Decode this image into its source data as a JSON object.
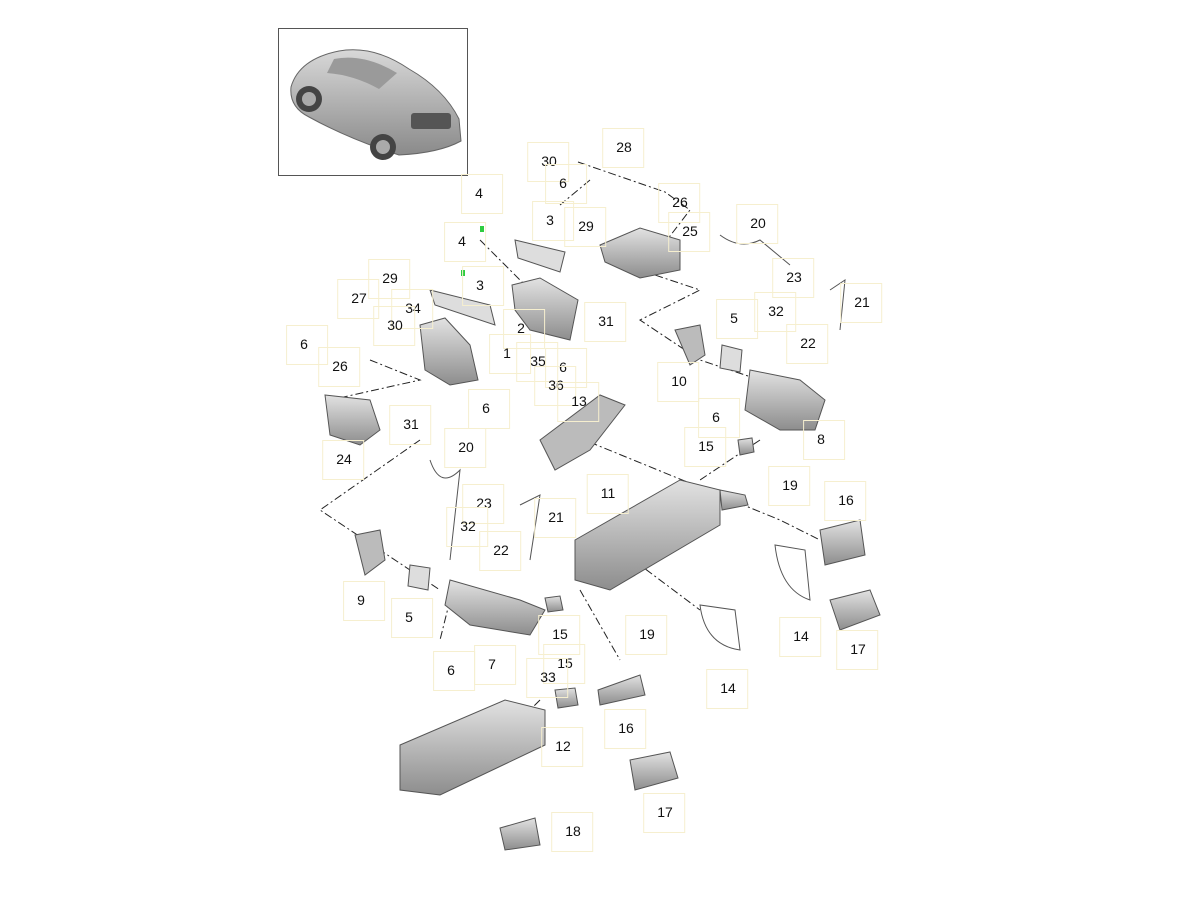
{
  "title": "Exhaust system parts diagram",
  "callouts": [
    "30",
    "28",
    "6",
    "26",
    "29",
    "3",
    "25",
    "4",
    "4",
    "20",
    "3",
    "23",
    "21",
    "29",
    "27",
    "34",
    "30",
    "2",
    "31",
    "5",
    "32",
    "22",
    "6",
    "1",
    "35",
    "6",
    "26",
    "10",
    "36",
    "6",
    "31",
    "13",
    "6",
    "8",
    "15",
    "24",
    "20",
    "11",
    "19",
    "16",
    "23",
    "21",
    "32",
    "22",
    "9",
    "5",
    "15",
    "19",
    "14",
    "17",
    "6",
    "7",
    "15",
    "33",
    "14",
    "16",
    "12",
    "17",
    "18"
  ],
  "colors": {
    "part_fill": "#c9c9c9",
    "part_shade": "#8d8d8d",
    "leader": "#222222",
    "label_box": "#f6efcf",
    "gasket_highlight": "#2ecc40"
  }
}
